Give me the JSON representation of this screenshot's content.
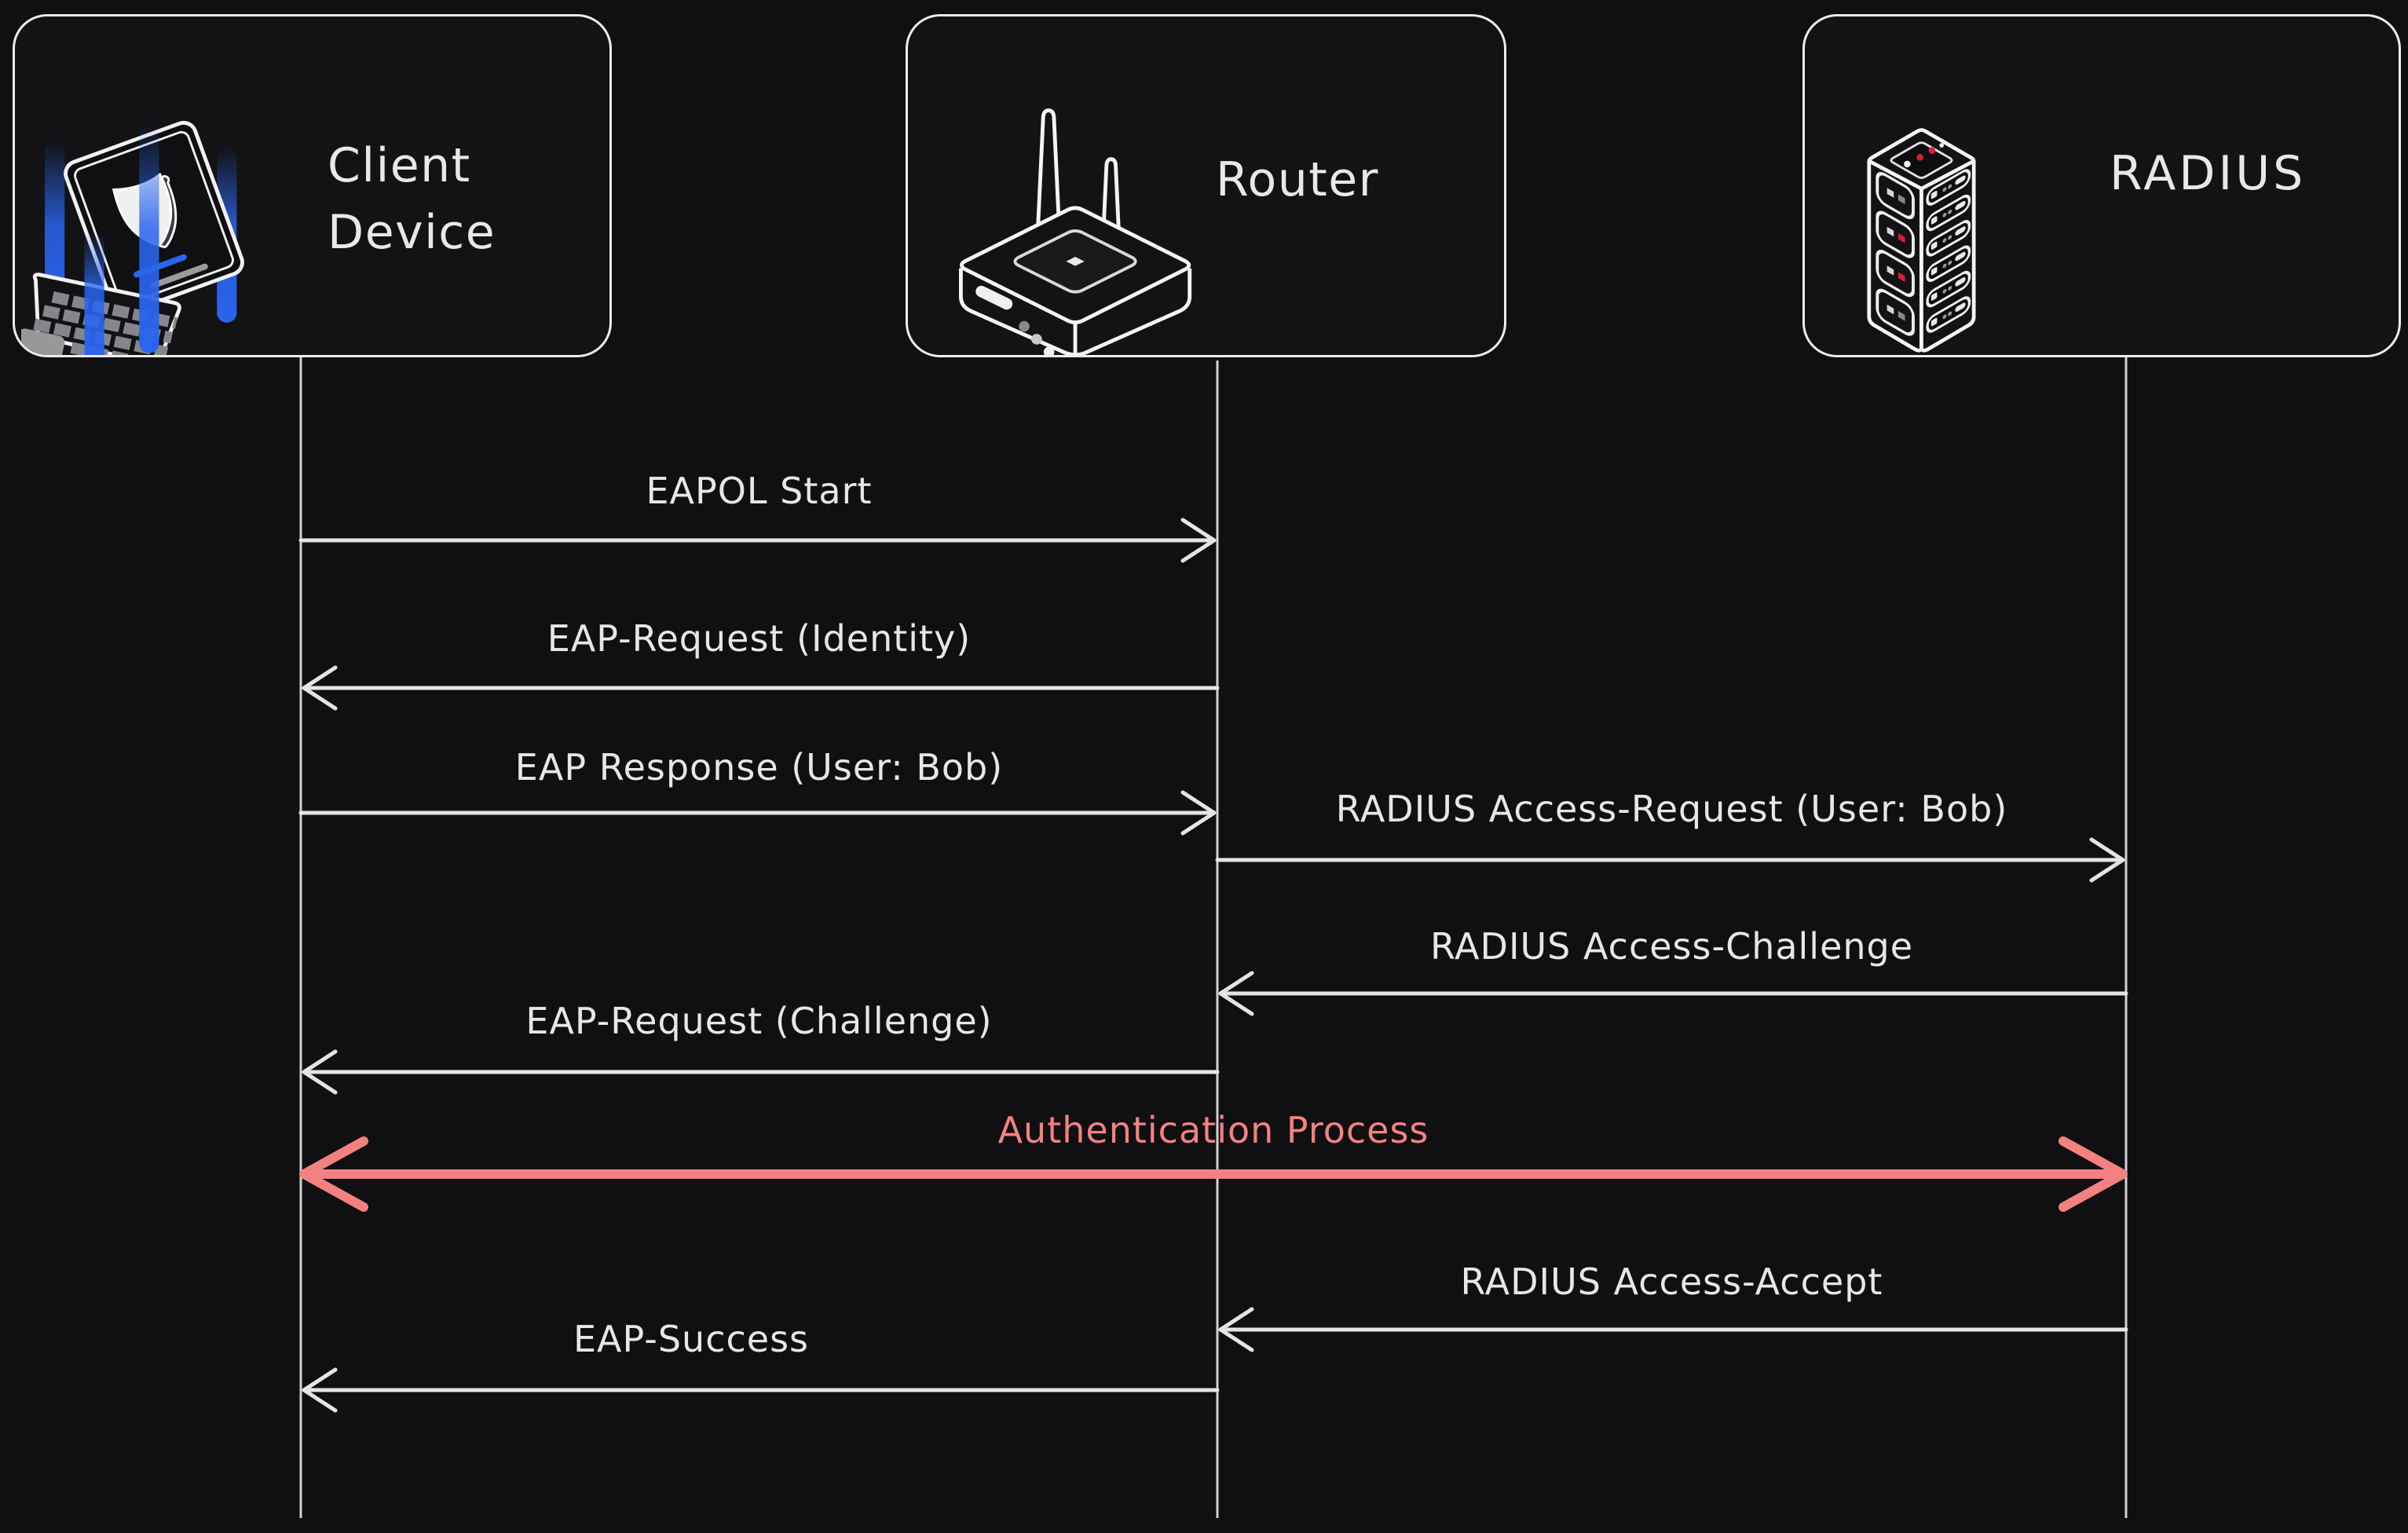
{
  "diagram_type": "sequence-diagram",
  "colors": {
    "background": "#100f12",
    "box_fill": "#131215",
    "box_border": "#ececec",
    "text": "#eae8e5",
    "arrow": "#e4e4e4",
    "lifeline": "#d2d2d2",
    "highlight_red": "#f48181",
    "accent_blue": "#2a65ee",
    "led_red": "#d91f30"
  },
  "actors": [
    {
      "id": "client",
      "label": "Client Device",
      "icon": "laptop-shield-icon"
    },
    {
      "id": "router",
      "label": "Router",
      "icon": "router-icon"
    },
    {
      "id": "radius",
      "label": "RADIUS",
      "icon": "server-rack-icon"
    }
  ],
  "messages": [
    {
      "label": "EAPOL Start",
      "from": "client",
      "to": "router",
      "direction": "right"
    },
    {
      "label": "EAP-Request (Identity)",
      "from": "router",
      "to": "client",
      "direction": "left"
    },
    {
      "label": "EAP Response (User: Bob)",
      "from": "client",
      "to": "router",
      "direction": "right"
    },
    {
      "label": "RADIUS Access-Request (User: Bob)",
      "from": "router",
      "to": "radius",
      "direction": "right"
    },
    {
      "label": "RADIUS Access-Challenge",
      "from": "radius",
      "to": "router",
      "direction": "left"
    },
    {
      "label": "EAP-Request (Challenge)",
      "from": "router",
      "to": "client",
      "direction": "left"
    },
    {
      "label": "Authentication Process",
      "from": "client",
      "to": "radius",
      "direction": "both",
      "highlighted": true
    },
    {
      "label": "RADIUS Access-Accept",
      "from": "radius",
      "to": "router",
      "direction": "left"
    },
    {
      "label": "EAP-Success",
      "from": "router",
      "to": "client",
      "direction": "left"
    }
  ]
}
